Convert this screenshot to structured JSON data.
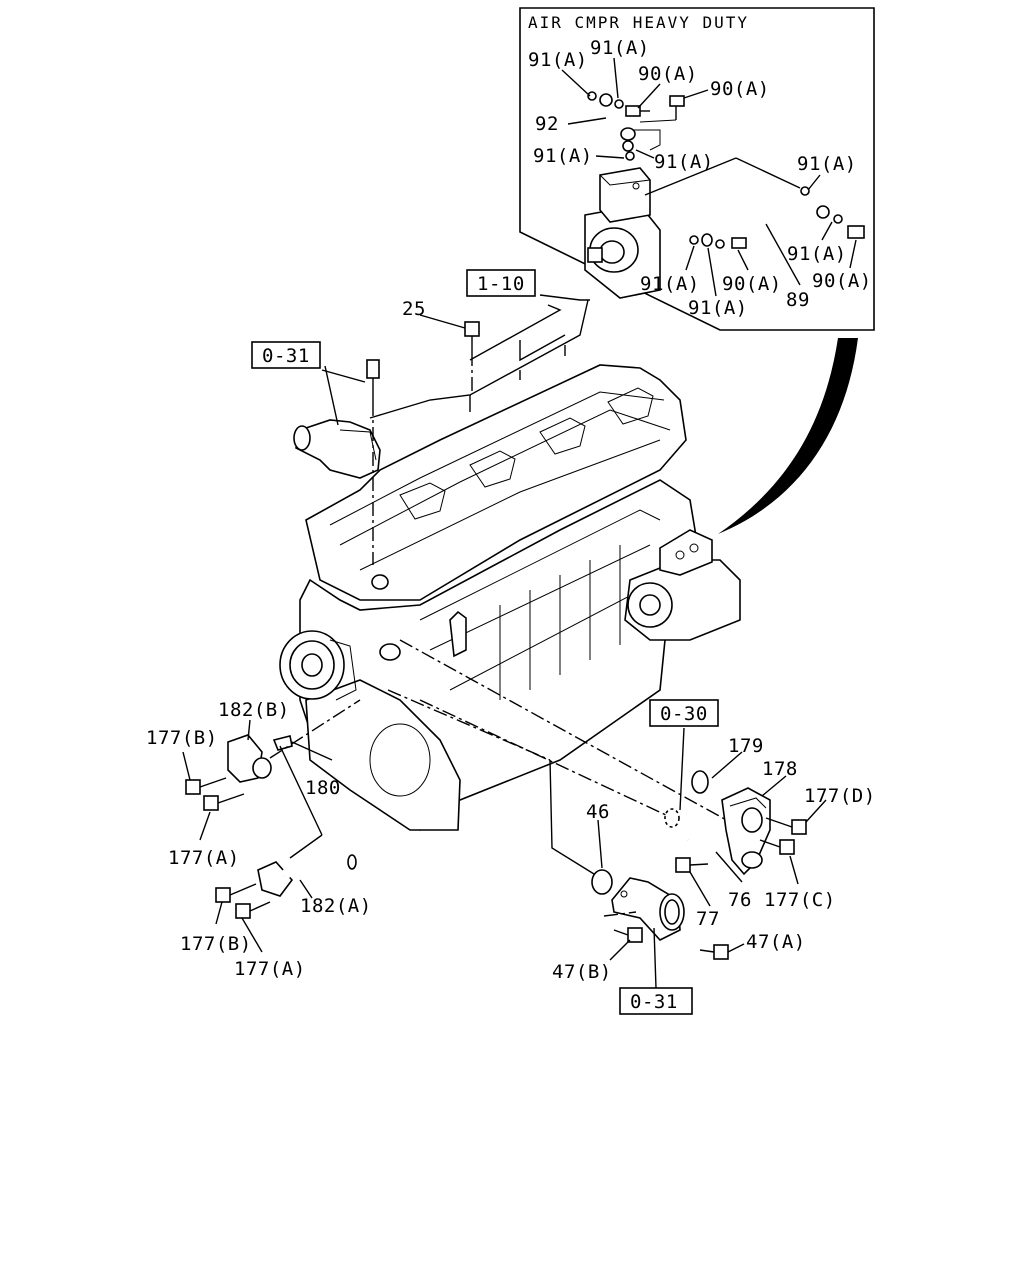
{
  "inset": {
    "title": "AIR CMPR HEAVY DUTY"
  },
  "refs": {
    "r1_10": "1-10",
    "r0_31_top": "0-31",
    "r0_30": "0-30",
    "r0_31_bottom": "0-31"
  },
  "callouts": {
    "c91a_1": "91(A)",
    "c91a_2": "91(A)",
    "c90a_1": "90(A)",
    "c90a_2": "90(A)",
    "c92": "92",
    "c91a_3": "91(A)",
    "c91a_4": "91(A)",
    "c91a_5": "91(A)",
    "c91a_6": "91(A)",
    "c91a_7": "91(A)",
    "c90a_3": "90(A)",
    "c90a_4": "90(A)",
    "c89": "89",
    "c91a_8": "91(A)",
    "c25": "25",
    "c182b": "182(B)",
    "c177b_1": "177(B)",
    "c180": "180",
    "c177a_1": "177(A)",
    "c182a": "182(A)",
    "c177b_2": "177(B)",
    "c177a_2": "177(A)",
    "c179": "179",
    "c178": "178",
    "c177d": "177(D)",
    "c46": "46",
    "c76": "76",
    "c177c": "177(C)",
    "c77": "77",
    "c47a": "47(A)",
    "c47b": "47(B)"
  }
}
